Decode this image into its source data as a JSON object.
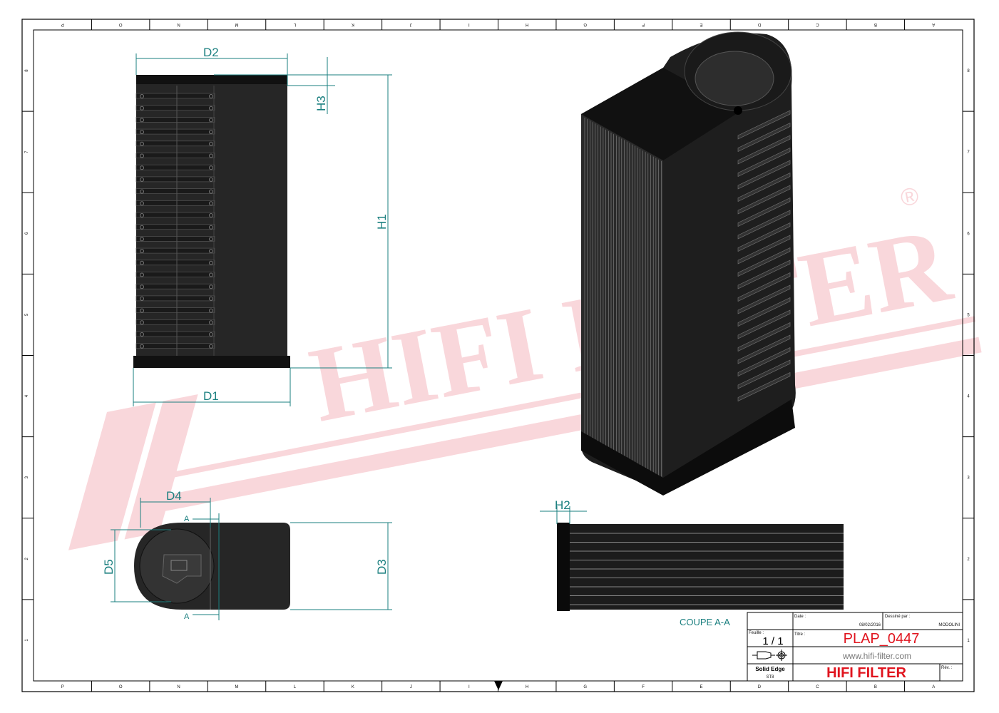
{
  "sheet": {
    "columns": [
      "P",
      "O",
      "N",
      "M",
      "L",
      "K",
      "J",
      "I",
      "H",
      "G",
      "F",
      "E",
      "D",
      "C",
      "B",
      "A"
    ],
    "rows": [
      "8",
      "7",
      "6",
      "5",
      "4",
      "3",
      "2",
      "1"
    ]
  },
  "watermark": {
    "text": "HIFI FILTER",
    "registered": "®",
    "color": "#f7c9cf"
  },
  "dimensions": {
    "d1": "D1",
    "d2": "D2",
    "d3": "D3",
    "d4": "D4",
    "d5": "D5",
    "h1": "H1",
    "h2": "H2",
    "h3": "H3",
    "section_mark": "A"
  },
  "section_label": "COUPE A-A",
  "title_block": {
    "date_label": "Date :",
    "date_value": "08/02/2016",
    "drawn_by_label": "Dessiné par :",
    "drawn_by_value": "MODOLINI",
    "sheet_label": "Feuille :",
    "sheet_value": "1 / 1",
    "title_label": "Titre :",
    "title_value": "PLAP_0447",
    "website": "www.hifi-filter.com",
    "software": "Solid Edge",
    "software_version": "ST8",
    "company": "HIFI FILTER",
    "revision_label": "Rév. :"
  },
  "colors": {
    "dimension": "#1a7f7f",
    "brand_red": "#e0141e",
    "part": "#222222"
  }
}
